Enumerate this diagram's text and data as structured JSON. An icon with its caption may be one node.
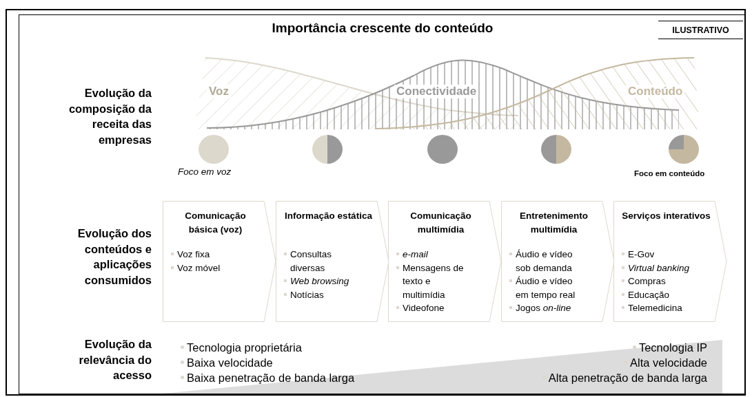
{
  "diagram": {
    "title": "Importância crescente do conteúdo",
    "nodes": [
      {
        "text": [
          "Comunicação básica (voz)",
          "Voz fixa",
          "Voz móvel"
        ]
      },
      {
        "text": [
          "Informação estática",
          "Consultas diversas",
          "*Web browsing*",
          "Notícias"
        ]
      },
      {
        "text": [
          "Comunicação multimídia",
          "*e-mail*",
          "Mensagens de texto e multimídia",
          "Videofone"
        ]
      },
      {
        "text": [
          "Entretenimento multimídia",
          "Áudio e vídeo sob demanda",
          "Áudio e vídeo em tempo real",
          "Jogos *on-line*"
        ]
      },
      {
        "text": [
          "Serviços interativos",
          "E-Gov",
          "*Virtual banking*",
          "Compras",
          "Educação",
          "Telemedicina"
        ]
      }
    ],
    "labels": [
      "ILUSTRATIVO",
      "Evolução da composição da receita das empresas",
      "Voz",
      "Conectividade",
      "Conteúdo",
      "Foco em voz",
      "Foco em conteúdo",
      "Evolução dos conteúdos e aplicações consumidos",
      "Evolução da relevância do acesso",
      "Tecnologia proprietária",
      "Baixa velocidade",
      "Baixa penetração de banda larga",
      "Tecnologia IP",
      "Alta velocidade",
      "Alta penetração de banda larga"
    ]
  }
}
